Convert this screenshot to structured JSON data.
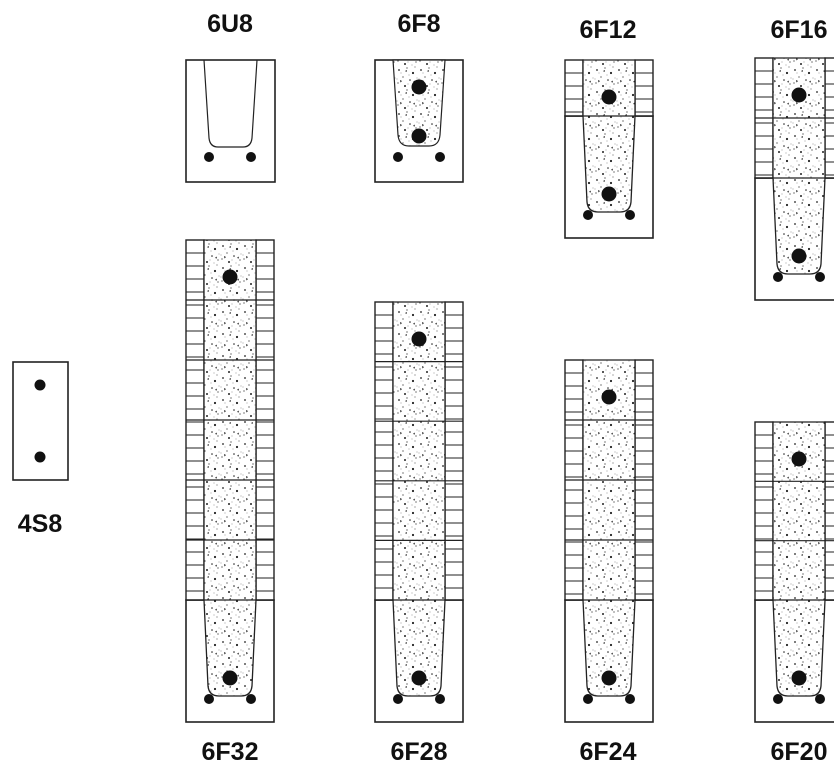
{
  "diagram": {
    "blocks": [
      {
        "label": "4S8",
        "kind": "solid",
        "courses": 0
      },
      {
        "label": "6U8",
        "kind": "u-channel",
        "courses": 0
      },
      {
        "label": "6F8",
        "kind": "filled",
        "courses": 0
      },
      {
        "label": "6F12",
        "kind": "filled",
        "courses": 1
      },
      {
        "label": "6F16",
        "kind": "filled",
        "courses": 2
      },
      {
        "label": "6F20",
        "kind": "filled",
        "courses": 3
      },
      {
        "label": "6F24",
        "kind": "filled",
        "courses": 4
      },
      {
        "label": "6F28",
        "kind": "filled",
        "courses": 5
      },
      {
        "label": "6F32",
        "kind": "filled",
        "courses": 6
      }
    ]
  }
}
